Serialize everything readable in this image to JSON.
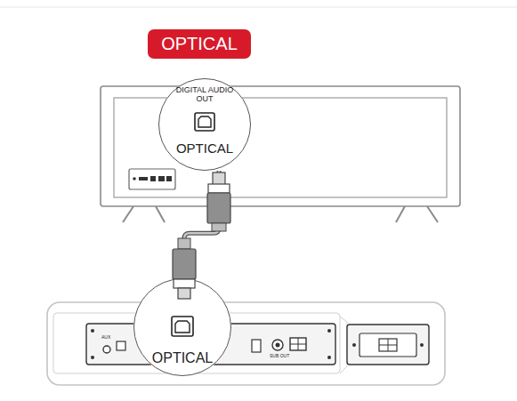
{
  "diagram": {
    "nodes": [
      {
        "text": [
          "OPTICAL"
        ]
      },
      {
        "text": [
          "DIGITAL AUDIO OUT",
          "OPTICAL"
        ]
      },
      {
        "text": [
          "OPTICAL"
        ]
      }
    ],
    "edges": [
      {
        "from": 1,
        "to": 2,
        "arrow": "none"
      }
    ],
    "labels": [
      "AUX",
      "SUB OUT"
    ]
  }
}
